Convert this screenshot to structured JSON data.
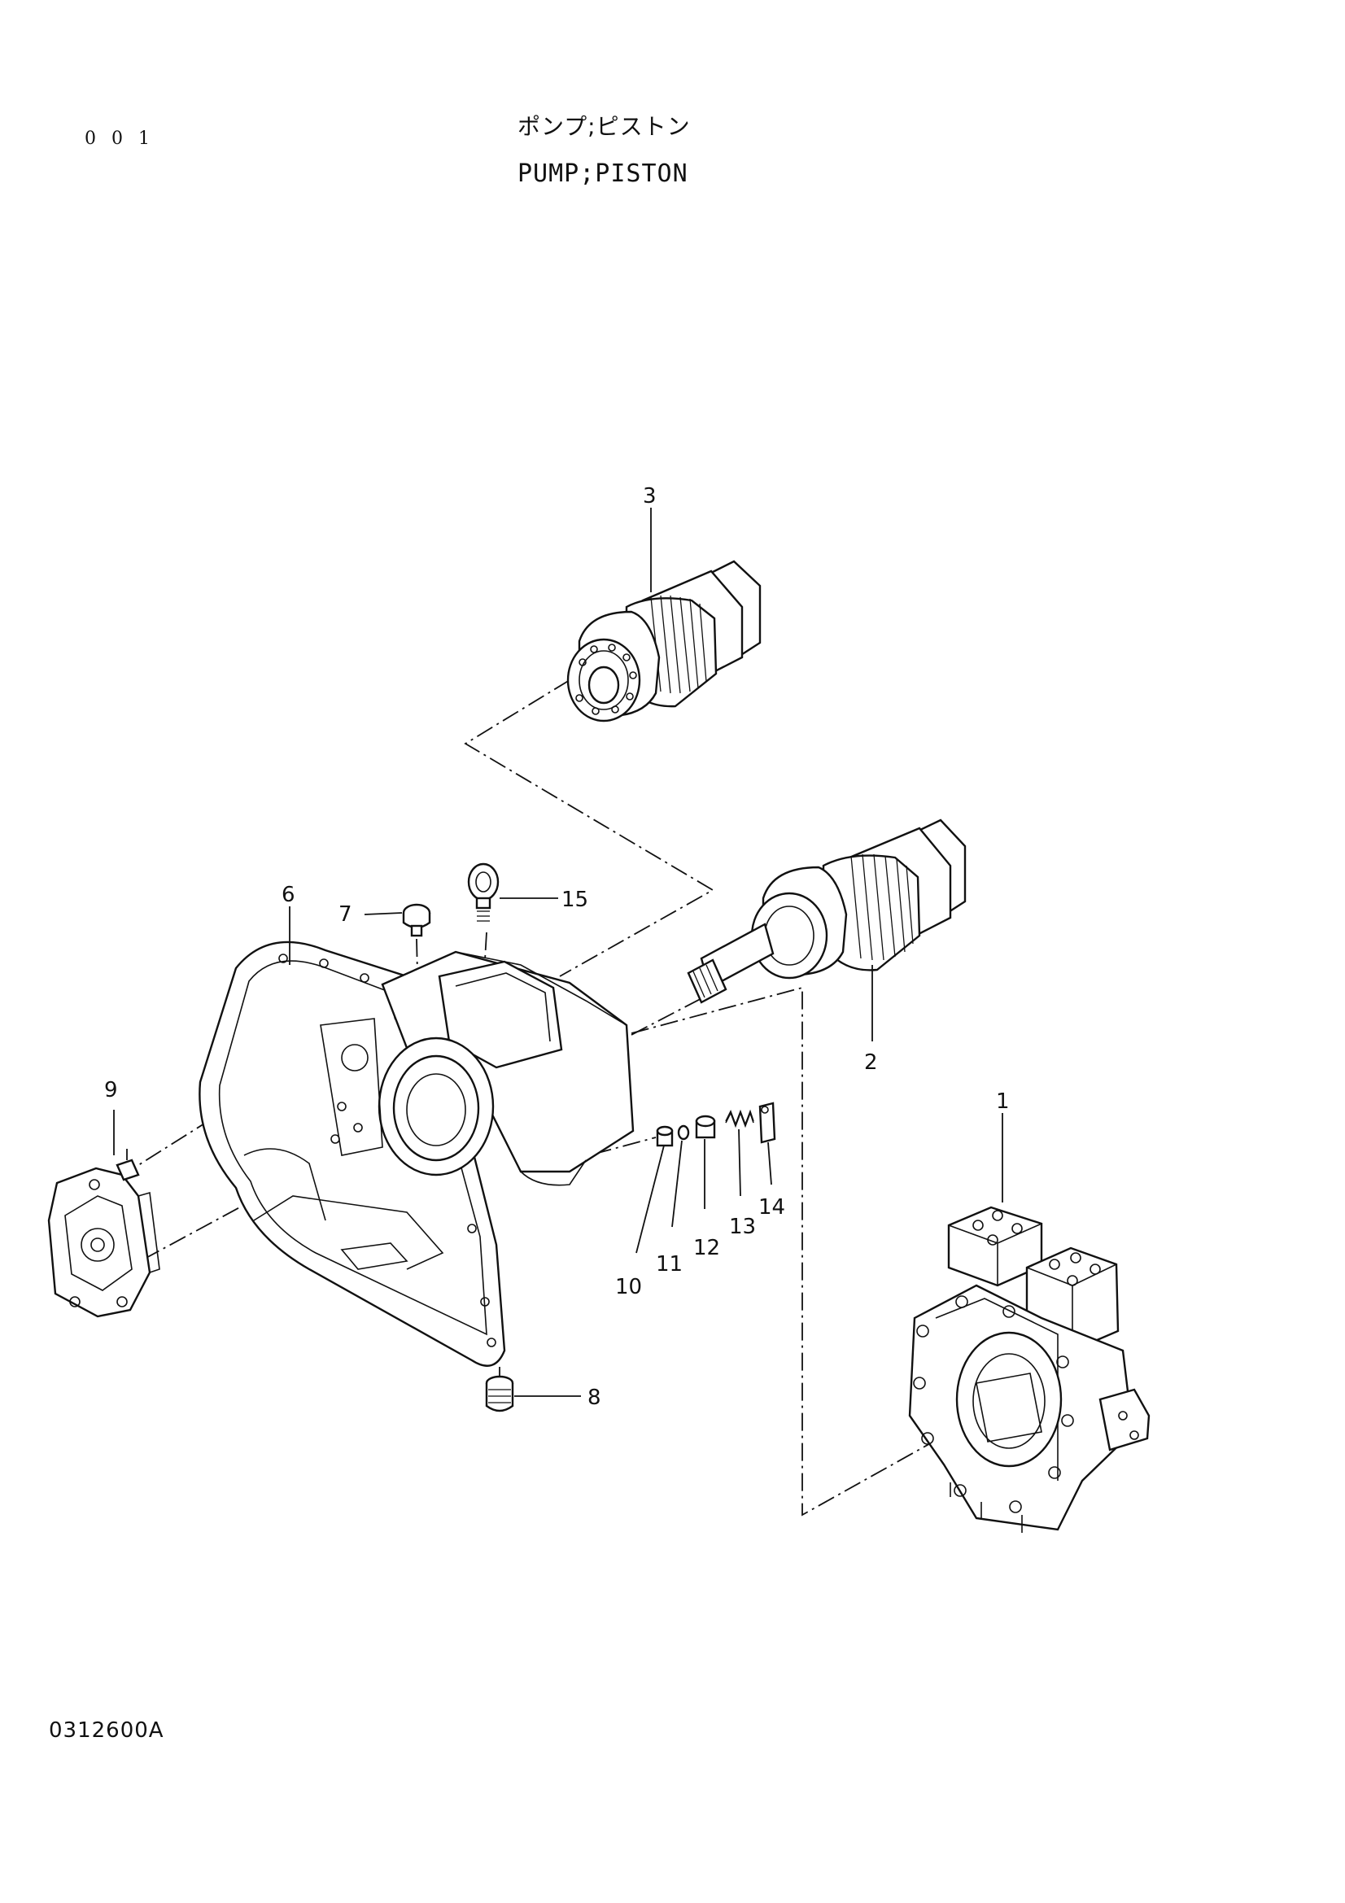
{
  "header": {
    "page_number": "0 0 1",
    "title_jp": "ポンプ;ピストン",
    "title_en": "PUMP;PISTON"
  },
  "footer": {
    "drawing_id": "0312600A"
  },
  "callouts": {
    "c1": "1",
    "c2": "2",
    "c3": "3",
    "c6": "6",
    "c7": "7",
    "c8": "8",
    "c9": "9",
    "c10": "10",
    "c11": "11",
    "c12": "12",
    "c13": "13",
    "c14": "14",
    "c15": "15"
  }
}
